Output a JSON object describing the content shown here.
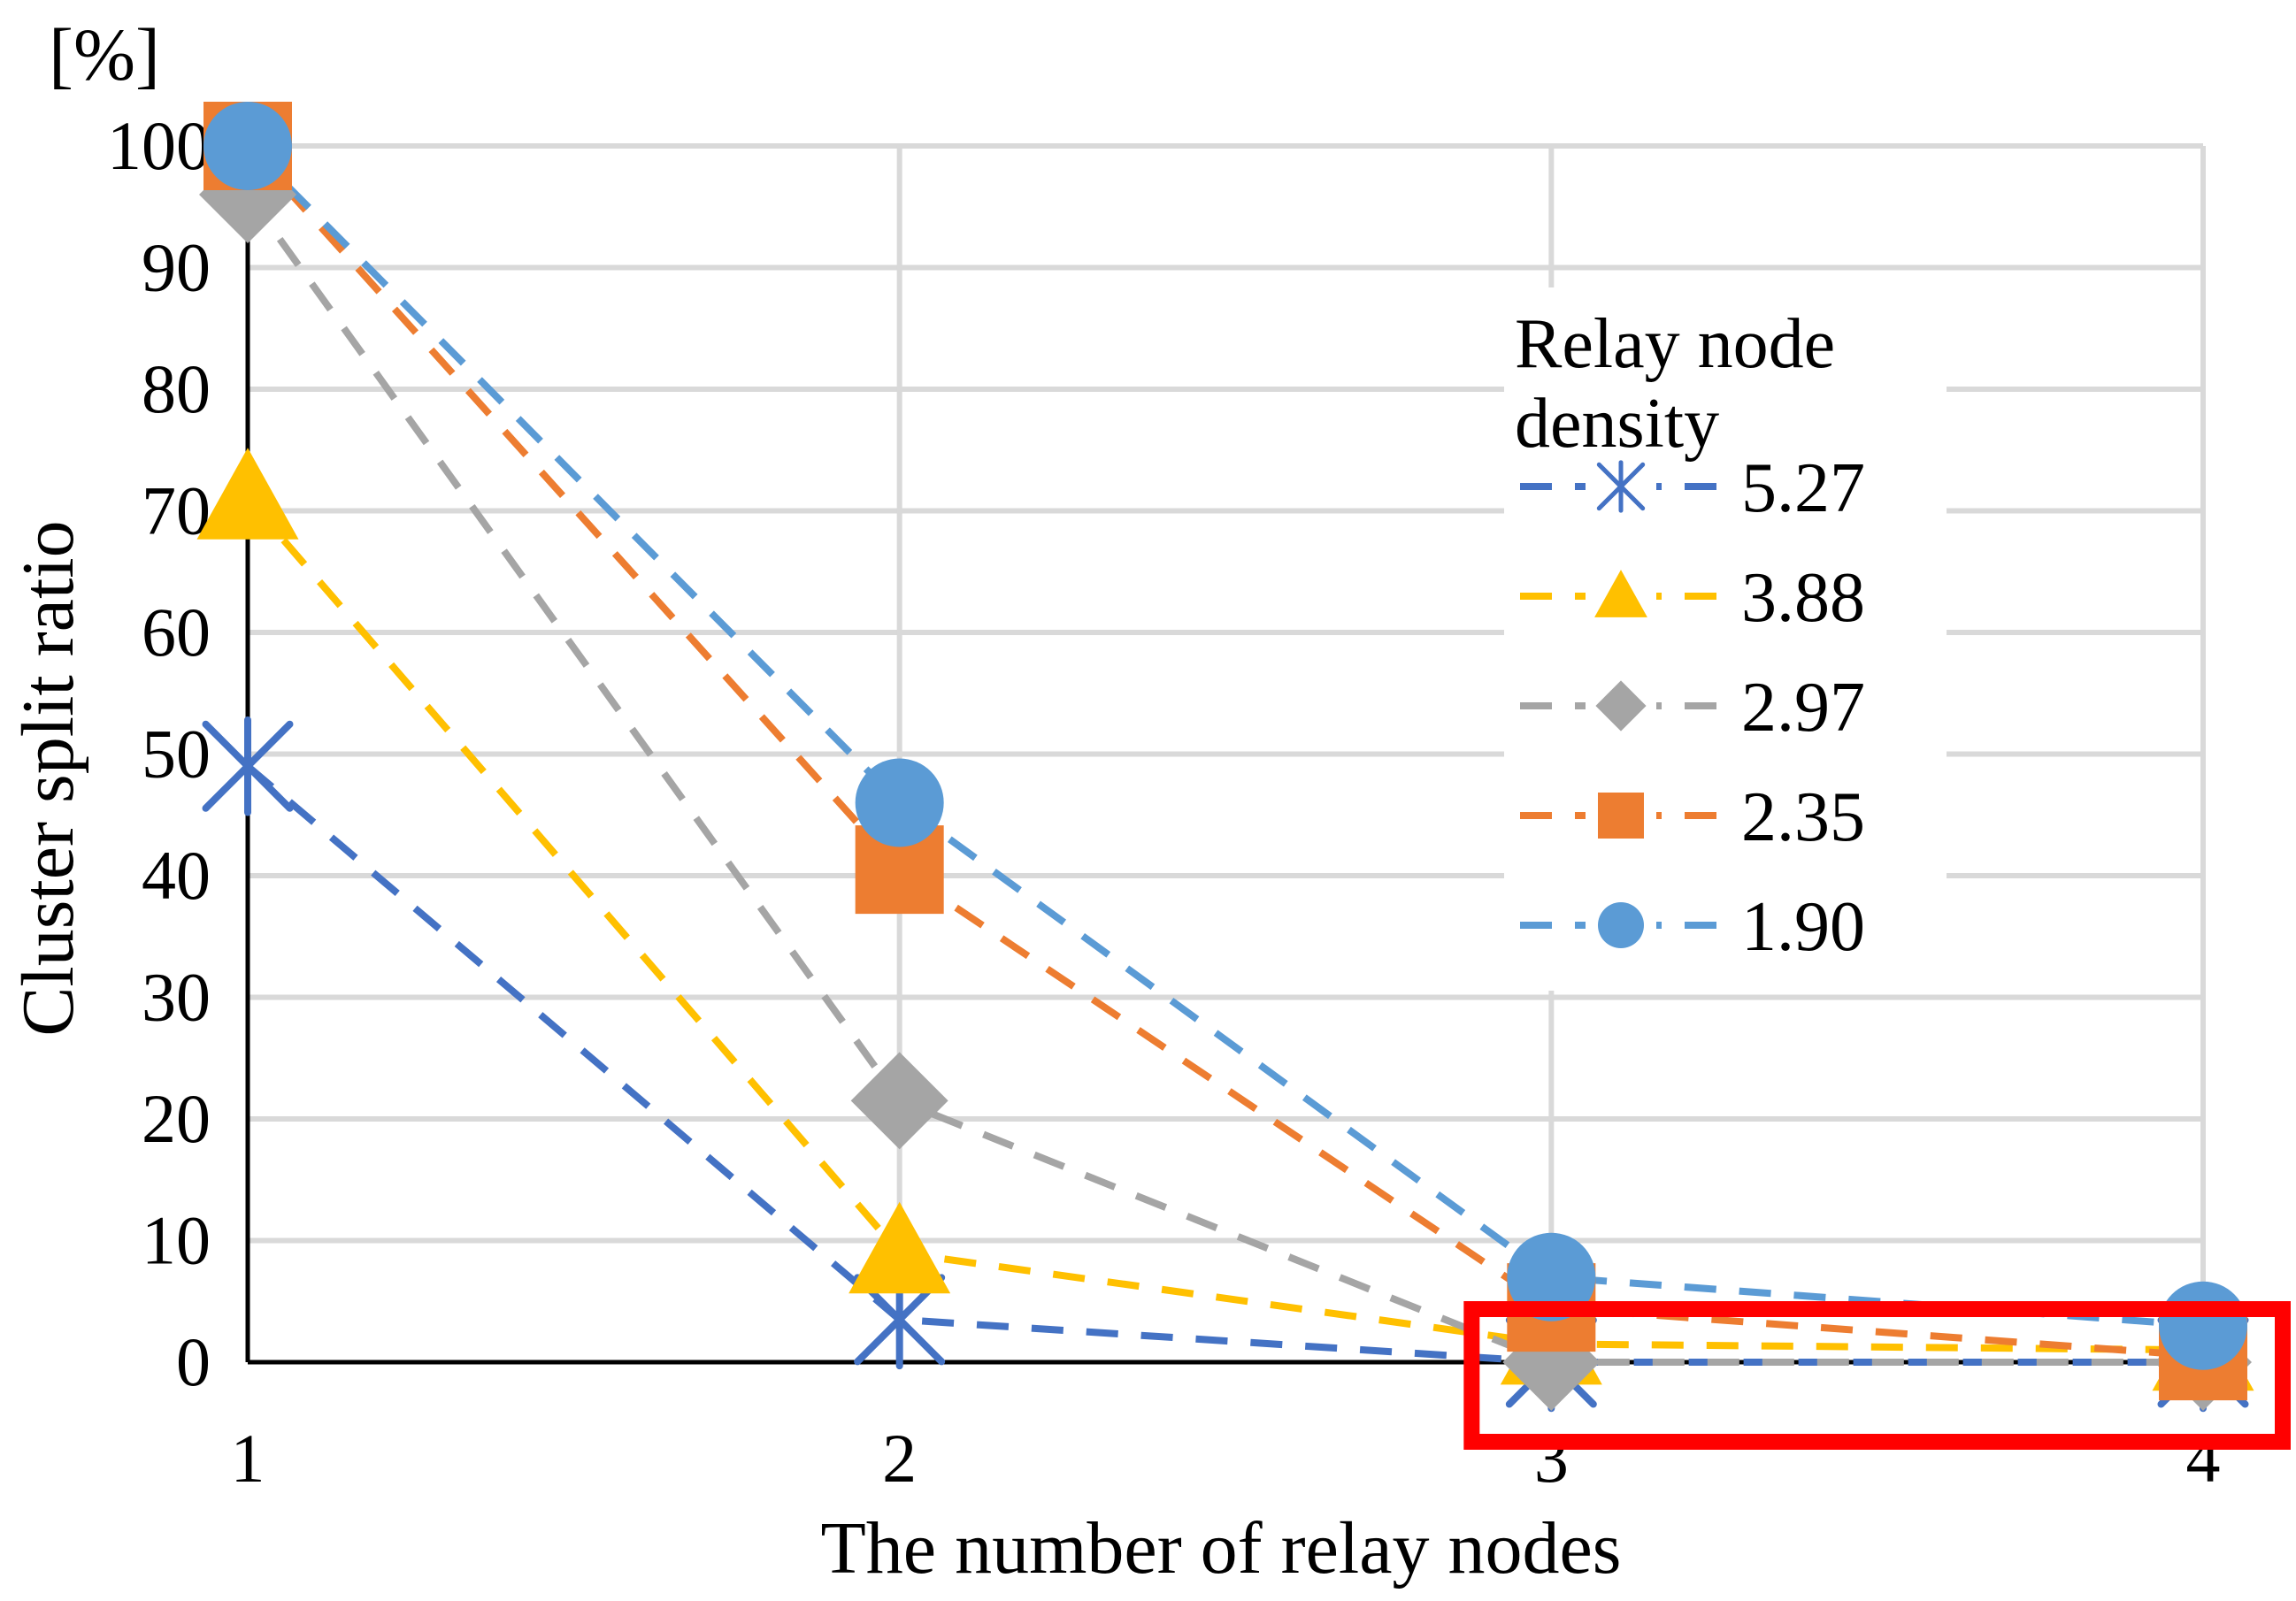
{
  "chart_data": {
    "type": "line",
    "title": "",
    "unit_label": "[%]",
    "xlabel": "The number of relay nodes",
    "ylabel": "Cluster split ratio",
    "x": [
      1,
      2,
      3,
      4
    ],
    "x_tick_labels": [
      "1",
      "2",
      "3",
      "4"
    ],
    "ylim": [
      0,
      100
    ],
    "y_ticks": [
      0,
      10,
      20,
      30,
      40,
      50,
      60,
      70,
      80,
      90,
      100
    ],
    "y_tick_labels": [
      "0",
      "10",
      "20",
      "30",
      "40",
      "50",
      "60",
      "70",
      "80",
      "90",
      "100"
    ],
    "grid": true,
    "legend_title": "Relay node density",
    "legend_title_lines": [
      "Relay node",
      "density"
    ],
    "legend_position": "right",
    "series": [
      {
        "name": "5.27",
        "marker": "asterisk",
        "color": "#4472C4",
        "values": [
          49,
          3.5,
          0,
          0
        ]
      },
      {
        "name": "3.88",
        "marker": "triangle",
        "color": "#FFC000",
        "values": [
          71,
          9,
          1.5,
          1
        ]
      },
      {
        "name": "2.97",
        "marker": "diamond",
        "color": "#A5A5A5",
        "values": [
          96,
          21.5,
          0,
          0
        ]
      },
      {
        "name": "2.35",
        "marker": "square",
        "color": "#ED7D31",
        "values": [
          100,
          40.5,
          4.5,
          0.5
        ]
      },
      {
        "name": "1.90",
        "marker": "circle",
        "color": "#5B9BD5",
        "values": [
          100,
          46,
          7,
          3
        ]
      }
    ],
    "highlight": {
      "color": "#FF0000",
      "x_range": [
        3,
        4
      ],
      "description": "red rectangle"
    }
  }
}
